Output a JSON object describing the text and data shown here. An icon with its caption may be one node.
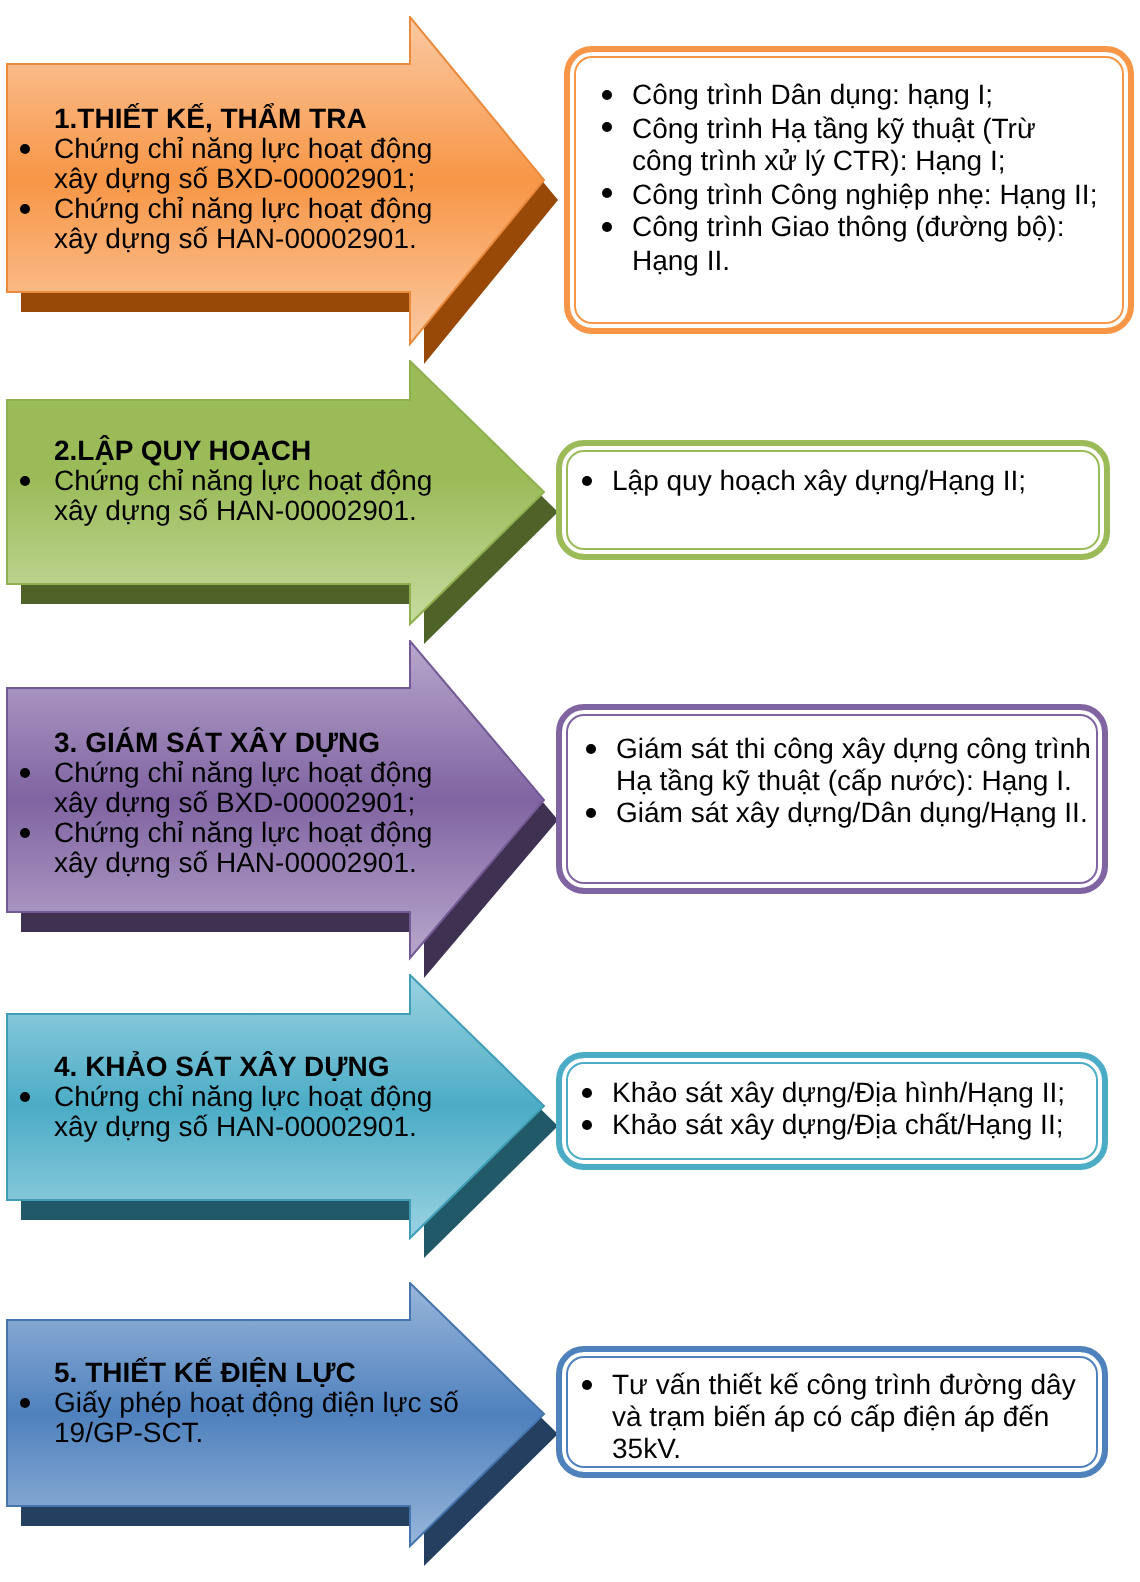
{
  "diagram": {
    "nodes": [
      {
        "text": [
          "1.THIẾT KẾ, THẨM TRA",
          "Chứng chỉ năng lực hoạt động xây dựng số BXD-00002901;",
          "Chứng chỉ năng lực hoạt động xây dựng số HAN-00002901."
        ]
      },
      {
        "text": [
          "Công trình Dân dụng: hạng I;",
          "Công trình Hạ tầng kỹ thuật (Trừ công trình xử lý CTR): Hạng I;",
          "Công trình Công nghiệp nhẹ: Hạng II;",
          "Công trình Giao thông (đường bộ): Hạng II."
        ]
      },
      {
        "text": [
          "2.LẬP QUY HOẠCH",
          "Chứng chỉ năng lực hoạt động xây dựng số HAN-00002901."
        ]
      },
      {
        "text": [
          "Lập quy hoạch xây dựng/Hạng II;"
        ]
      },
      {
        "text": [
          "3. GIÁM SÁT XÂY DỰNG",
          "Chứng chỉ năng lực hoạt động xây dựng số BXD-00002901;",
          "Chứng chỉ năng lực hoạt động xây dựng số HAN-00002901."
        ]
      },
      {
        "text": [
          "Giám sát thi công xây dựng công trình Hạ tầng kỹ thuật (cấp nước): Hạng I.",
          "Giám sát xây dựng/Dân dụng/Hạng II."
        ]
      },
      {
        "text": [
          "4. KHẢO SÁT XÂY DỰNG",
          "Chứng chỉ năng lực hoạt động xây dựng số HAN-00002901."
        ]
      },
      {
        "text": [
          "Khảo sát xây dựng/Địa hình/Hạng II;",
          "Khảo sát xây dựng/Địa chất/Hạng II;"
        ]
      },
      {
        "text": [
          "5. THIẾT KẾ ĐIỆN LỰC",
          "Giấy phép hoạt động điện lực số 19/GP-SCT."
        ]
      },
      {
        "text": [
          "Tư vấn thiết kế công trình đường dây và trạm biến áp có cấp điện áp đến 35kV."
        ]
      }
    ]
  }
}
